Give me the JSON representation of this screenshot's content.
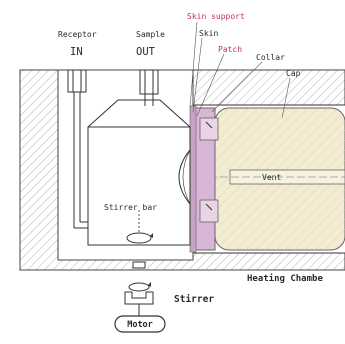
{
  "labels": {
    "receptor": "Receptor",
    "in": "IN",
    "sample": "Sample",
    "out": "OUT",
    "skin_support": "Skin support",
    "skin": "Skin",
    "patch": "Patch",
    "collar": "Collar",
    "cap": "Cap",
    "vent": "Vent",
    "stirrer_bar": "Stirrer bar",
    "heating_chamber": "Heating Chambe",
    "stirrer": "Stirrer",
    "motor": "Motor"
  },
  "colors": {
    "line": "#333333",
    "hatch": "#9a9a9a",
    "cap_fill": "#f3ecd3",
    "collar_fill": "#d8b6d6",
    "pink_text": "#c0306a"
  }
}
